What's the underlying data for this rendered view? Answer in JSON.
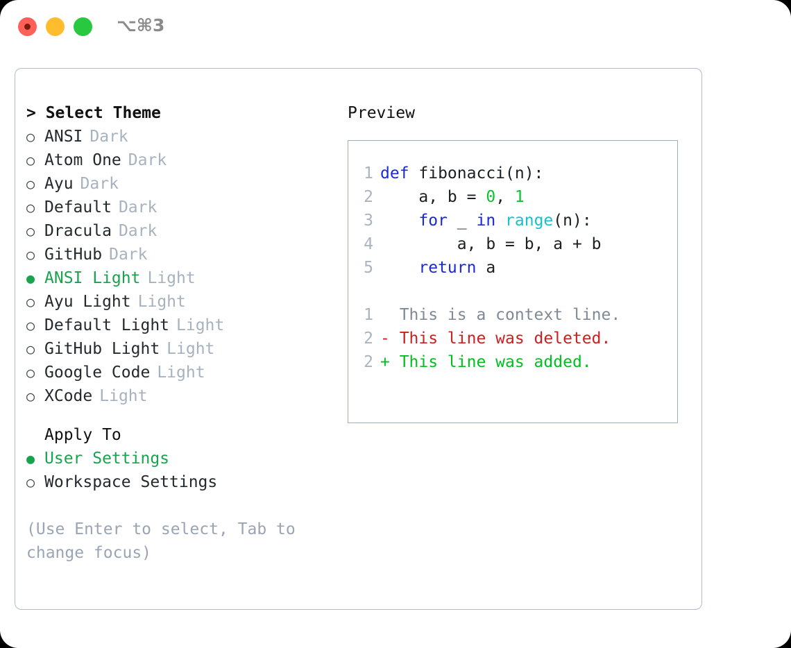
{
  "window": {
    "shortcut_label": "⌥⌘3",
    "traffic_lights": [
      {
        "name": "close",
        "color": "#ff6159"
      },
      {
        "name": "minimize",
        "color": "#ffbd2e"
      },
      {
        "name": "zoom",
        "color": "#28c840"
      }
    ]
  },
  "theme_picker": {
    "header": "> Select Theme",
    "items": [
      {
        "bullet": "○",
        "name": "ANSI",
        "kind": "Dark",
        "selected": false
      },
      {
        "bullet": "○",
        "name": "Atom One",
        "kind": "Dark",
        "selected": false
      },
      {
        "bullet": "○",
        "name": "Ayu",
        "kind": "Dark",
        "selected": false
      },
      {
        "bullet": "○",
        "name": "Default",
        "kind": "Dark",
        "selected": false
      },
      {
        "bullet": "○",
        "name": "Dracula",
        "kind": "Dark",
        "selected": false
      },
      {
        "bullet": "○",
        "name": "GitHub",
        "kind": "Dark",
        "selected": false
      },
      {
        "bullet": "●",
        "name": "ANSI Light",
        "kind": "Light",
        "selected": true
      },
      {
        "bullet": "○",
        "name": "Ayu Light",
        "kind": "Light",
        "selected": false
      },
      {
        "bullet": "○",
        "name": "Default Light",
        "kind": "Light",
        "selected": false
      },
      {
        "bullet": "○",
        "name": "GitHub Light",
        "kind": "Light",
        "selected": false
      },
      {
        "bullet": "○",
        "name": "Google Code",
        "kind": "Light",
        "selected": false
      },
      {
        "bullet": "○",
        "name": "XCode",
        "kind": "Light",
        "selected": false
      }
    ]
  },
  "apply_to": {
    "title": "Apply To",
    "options": [
      {
        "bullet": "●",
        "label": "User Settings",
        "selected": true
      },
      {
        "bullet": "○",
        "label": "Workspace Settings",
        "selected": false
      }
    ]
  },
  "hint": "(Use Enter to select, Tab to change focus)",
  "preview": {
    "title": "Preview",
    "code_lines": [
      {
        "no": "1",
        "tokens": [
          {
            "t": "def",
            "c": "kw"
          },
          {
            "t": " fibonacci(n):",
            "c": "plain"
          }
        ]
      },
      {
        "no": "2",
        "tokens": [
          {
            "t": "    a, b = ",
            "c": "plain"
          },
          {
            "t": "0",
            "c": "num"
          },
          {
            "t": ", ",
            "c": "plain"
          },
          {
            "t": "1",
            "c": "num"
          }
        ]
      },
      {
        "no": "3",
        "tokens": [
          {
            "t": "    ",
            "c": "plain"
          },
          {
            "t": "for",
            "c": "kw"
          },
          {
            "t": " _ ",
            "c": "plain"
          },
          {
            "t": "in",
            "c": "kw"
          },
          {
            "t": " ",
            "c": "plain"
          },
          {
            "t": "range",
            "c": "fn"
          },
          {
            "t": "(n):",
            "c": "plain"
          }
        ]
      },
      {
        "no": "4",
        "tokens": [
          {
            "t": "        a, b = b, a + b",
            "c": "plain"
          }
        ]
      },
      {
        "no": "5",
        "tokens": [
          {
            "t": "    ",
            "c": "plain"
          },
          {
            "t": "return",
            "c": "kw"
          },
          {
            "t": " a",
            "c": "plain"
          }
        ]
      }
    ],
    "diff_lines": [
      {
        "no": "1",
        "kind": "ctx",
        "text": "  This is a context line."
      },
      {
        "no": "2",
        "kind": "del",
        "text": "- This line was deleted."
      },
      {
        "no": "2",
        "kind": "add",
        "text": "+ This line was added."
      }
    ]
  },
  "colors": {
    "accent_green": "#17a44c",
    "muted": "#a7b2bf",
    "hint": "#9aa5b4",
    "keyword": "#1a27e0",
    "function": "#12c3ce",
    "number": "#0ec232",
    "diff_deleted": "#cc2020",
    "diff_added": "#00c020",
    "diff_context": "#808a94",
    "panel_border": "#b4bcc8",
    "preview_border": "#9facbd"
  }
}
